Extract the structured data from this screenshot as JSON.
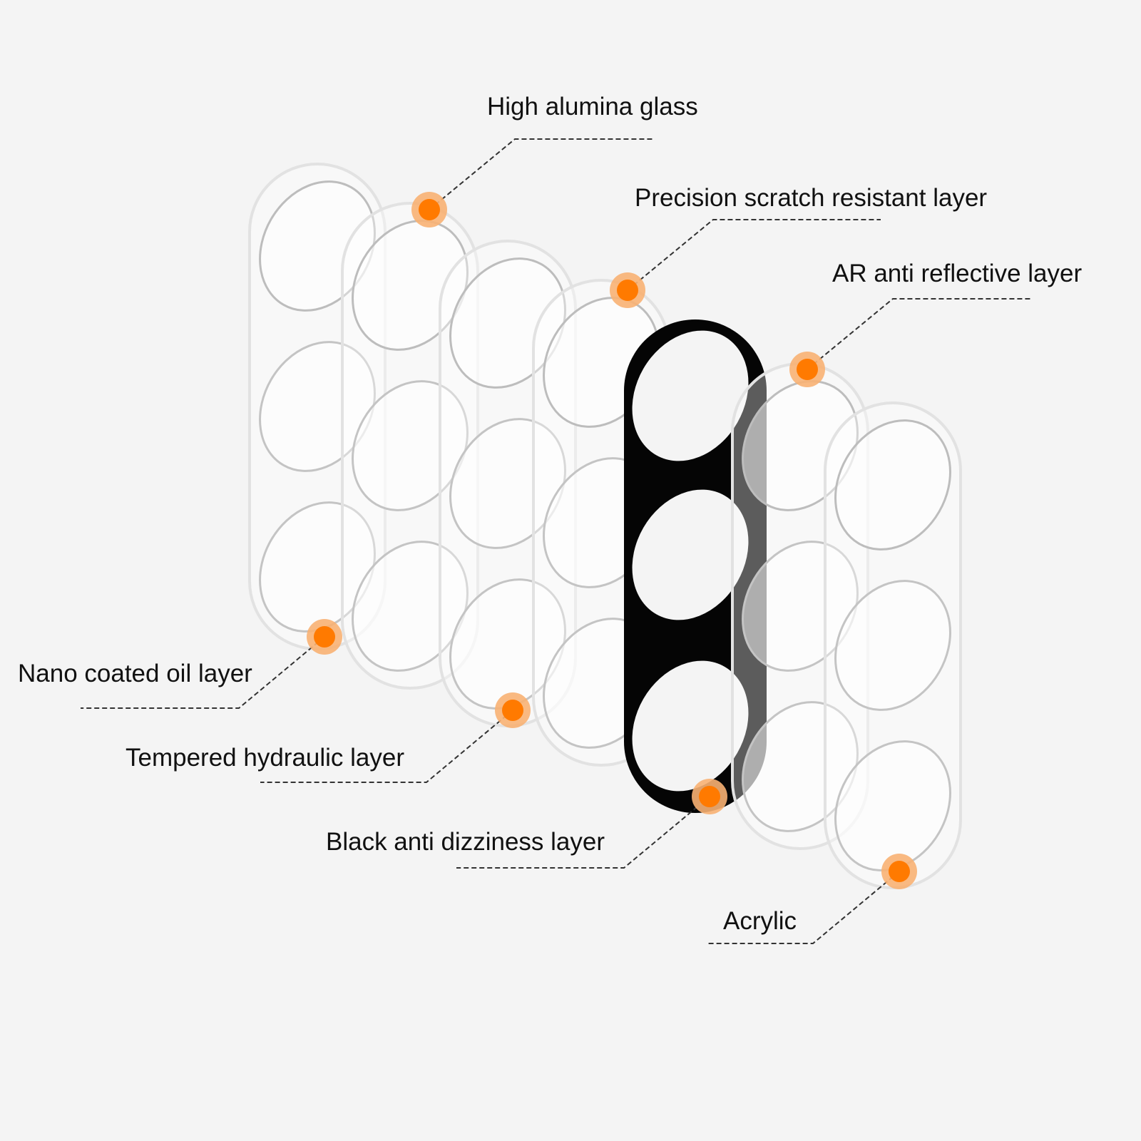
{
  "labels": {
    "high_alumina_glass": "High alumina glass",
    "precision_scratch": "Precision scratch resistant layer",
    "ar_anti_reflective": "AR anti reflective layer",
    "nano_coated": "Nano coated oil layer",
    "tempered_hydraulic": "Tempered hydraulic layer",
    "black_anti_dizziness": "Black anti dizziness layer",
    "acrylic": "Acrylic"
  },
  "colors": {
    "background": "#f4f4f4",
    "marker": "#ff7a00",
    "marker_halo": "#f8b173",
    "black_layer": "#050505"
  }
}
